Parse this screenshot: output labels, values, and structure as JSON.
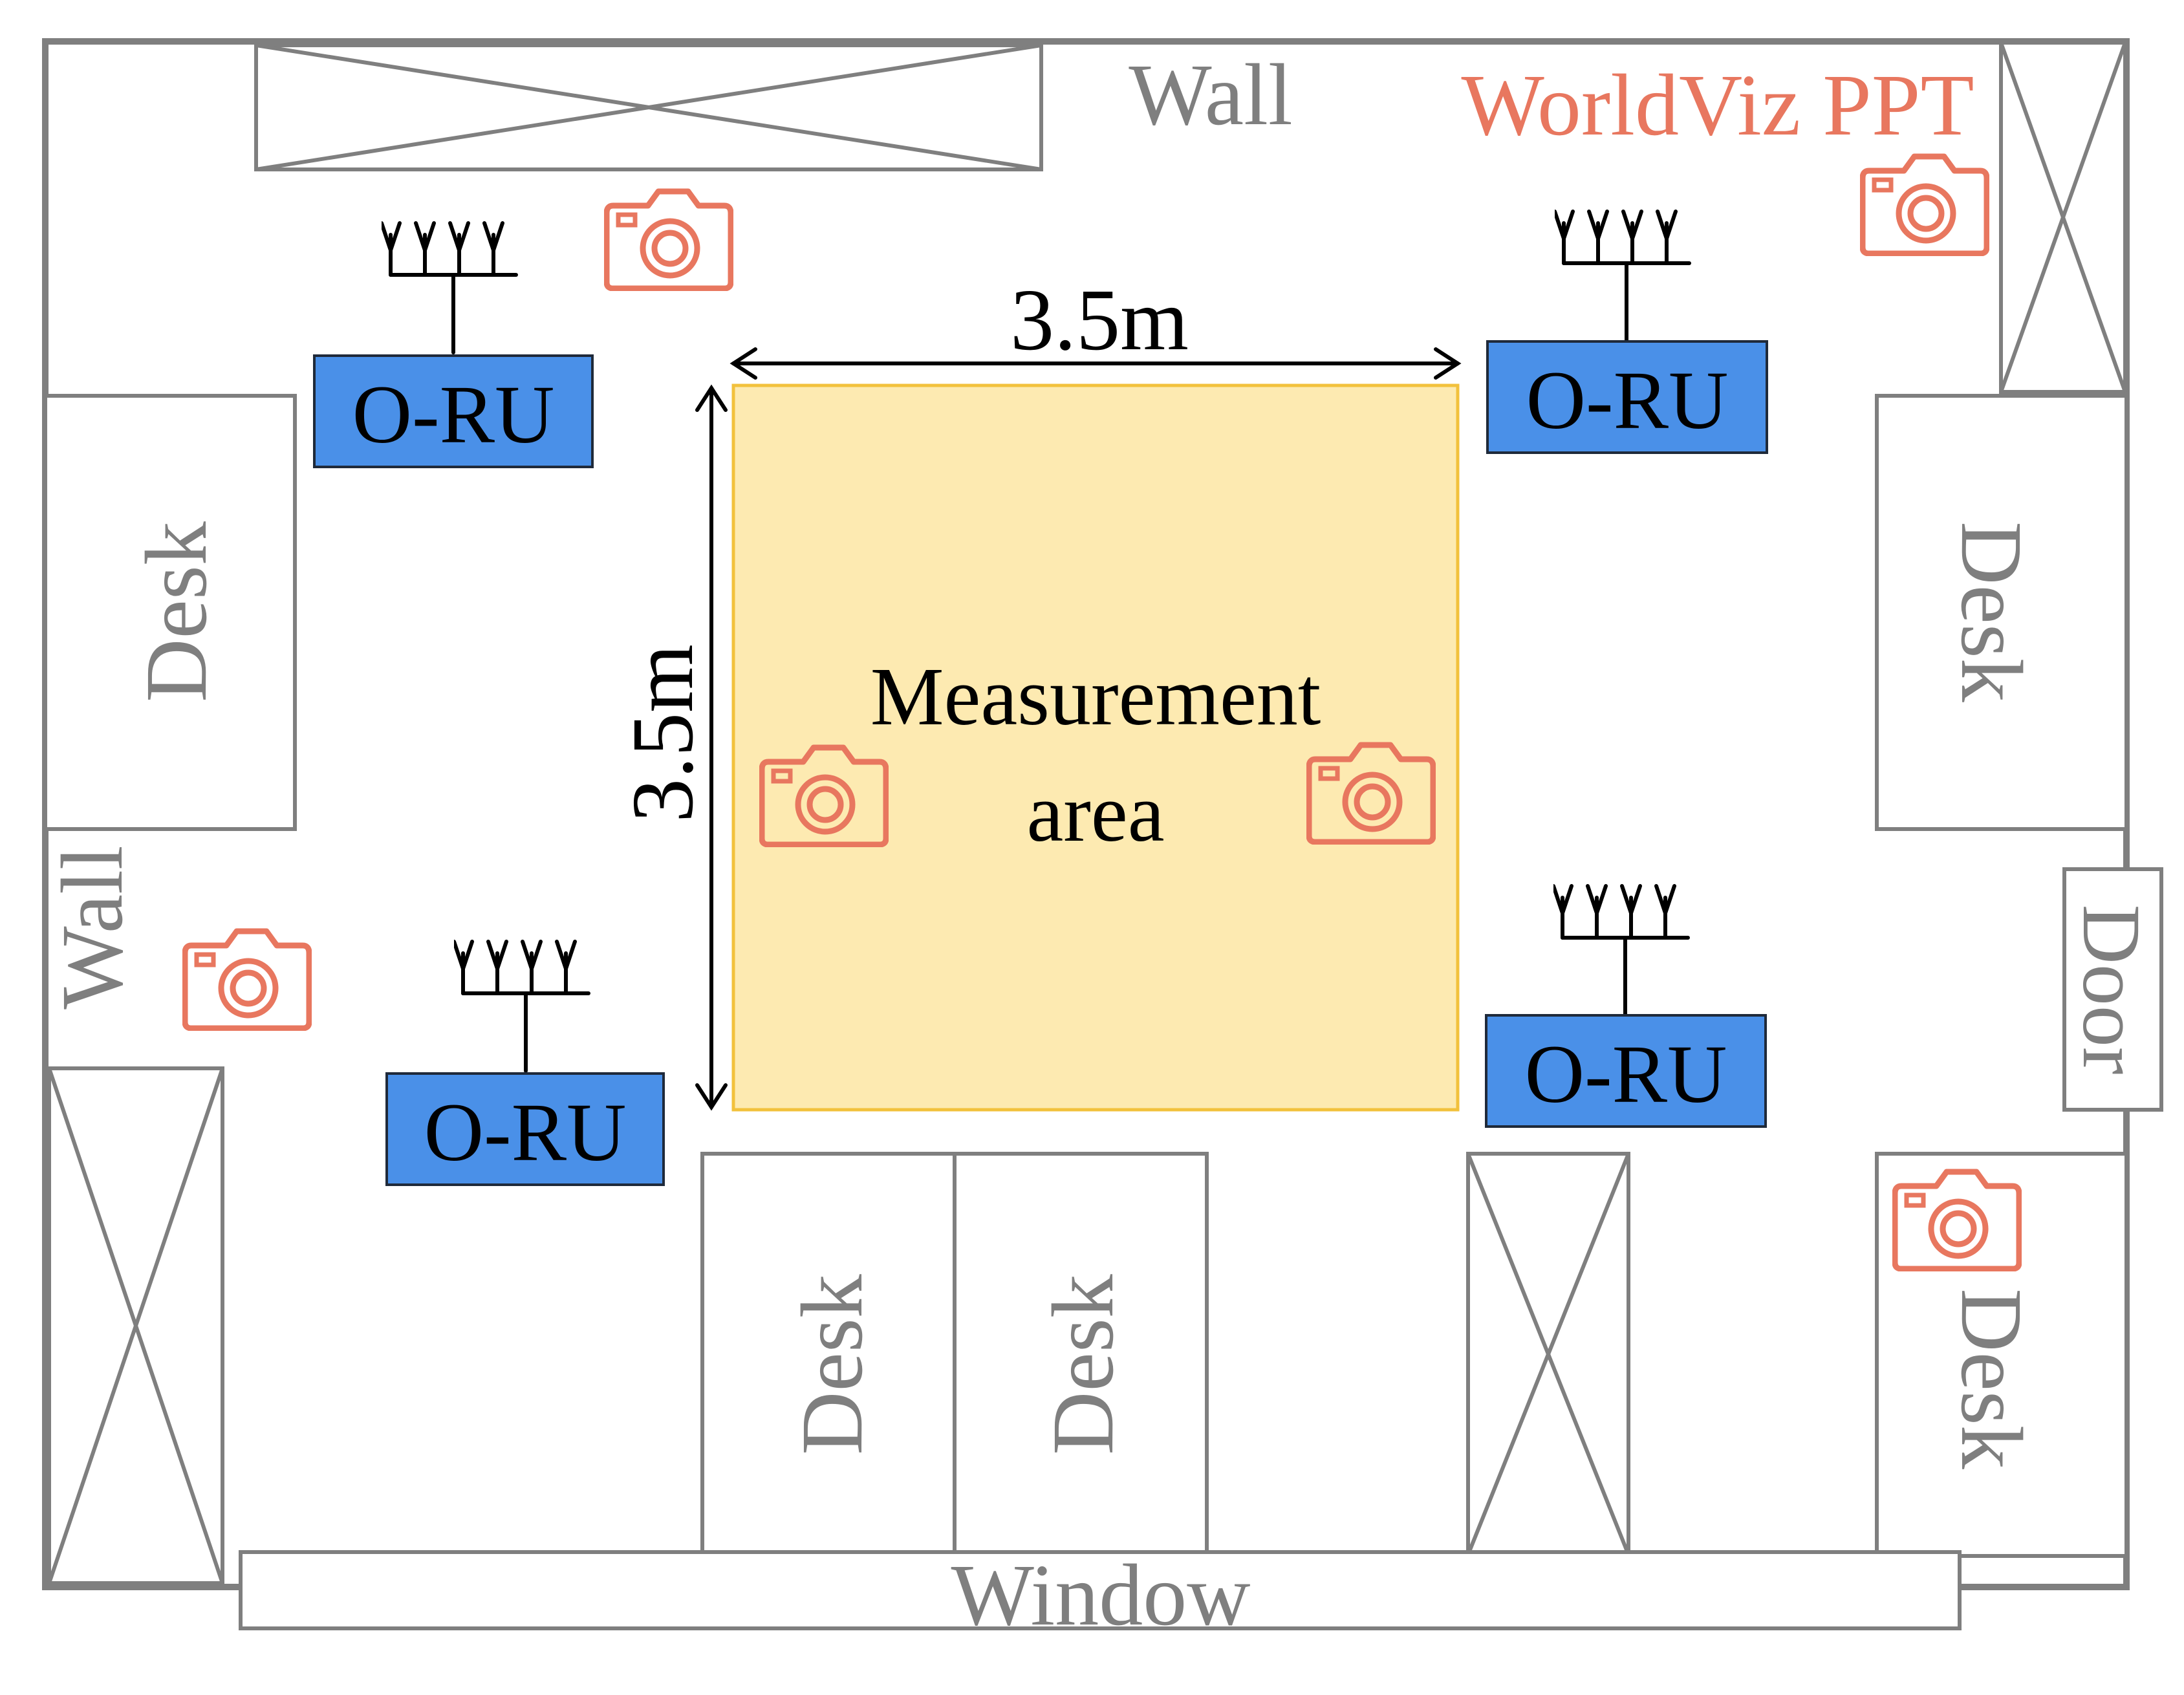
{
  "labels": {
    "wall_top": "Wall",
    "wall_left": "Wall",
    "system": "WorldViz PPT",
    "desk": "Desk",
    "door": "Door",
    "window": "Window",
    "dimension": "3.5m",
    "area_line1": "Measurement",
    "area_line2": "area",
    "radio_unit": "O-RU"
  },
  "colors": {
    "wall": "#7f7f7f",
    "oru_fill": "#4a90e8",
    "measurement_fill": "#fdeab1",
    "measurement_stroke": "#f2c13c",
    "camera": "#e8775f"
  },
  "icons": {
    "camera": "camera-icon",
    "antenna": "antenna-array-icon"
  }
}
